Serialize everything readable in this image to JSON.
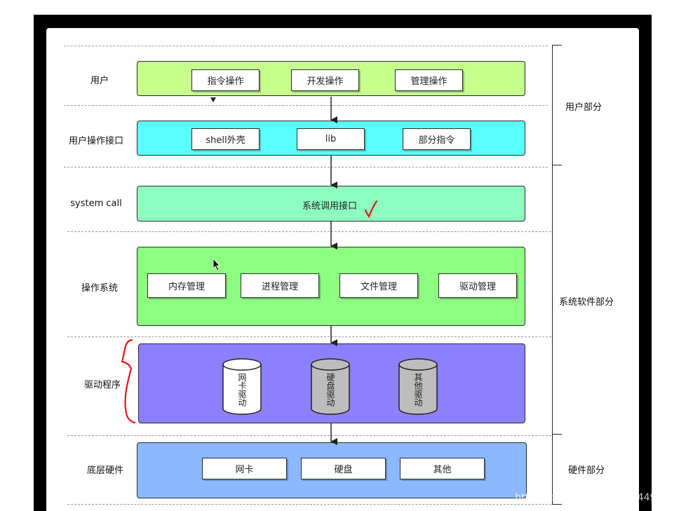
{
  "rows": {
    "user": {
      "label": "用户",
      "items": [
        "指令操作",
        "开发操作",
        "管理操作"
      ]
    },
    "interface": {
      "label": "用户操作接口",
      "items": [
        "shell外壳",
        "lib",
        "部分指令"
      ]
    },
    "syscall": {
      "label": "system call",
      "text": "系统调用接口"
    },
    "os": {
      "label": "操作系统",
      "items": [
        "内存管理",
        "进程管理",
        "文件管理",
        "驱动管理"
      ]
    },
    "driver": {
      "label": "驱动程序",
      "items": [
        "网卡驱动",
        "硬盘驱动",
        "其他驱动"
      ]
    },
    "hardware": {
      "label": "底层硬件",
      "items": [
        "网卡",
        "硬盘",
        "其他"
      ]
    }
  },
  "sections": {
    "user_part": "用户部分",
    "system_part": "系统软件部分",
    "hardware_part": "硬件部分"
  },
  "watermark": "https://blog.csdn.net/qq_44918090",
  "colors": {
    "user": "#c6ff8c",
    "interface": "#5cffff",
    "syscall": "#8cffc0",
    "os": "#8cff80",
    "driver": "#8c80ff",
    "hardware": "#8cb8ff",
    "annotation": "#e8141a"
  }
}
